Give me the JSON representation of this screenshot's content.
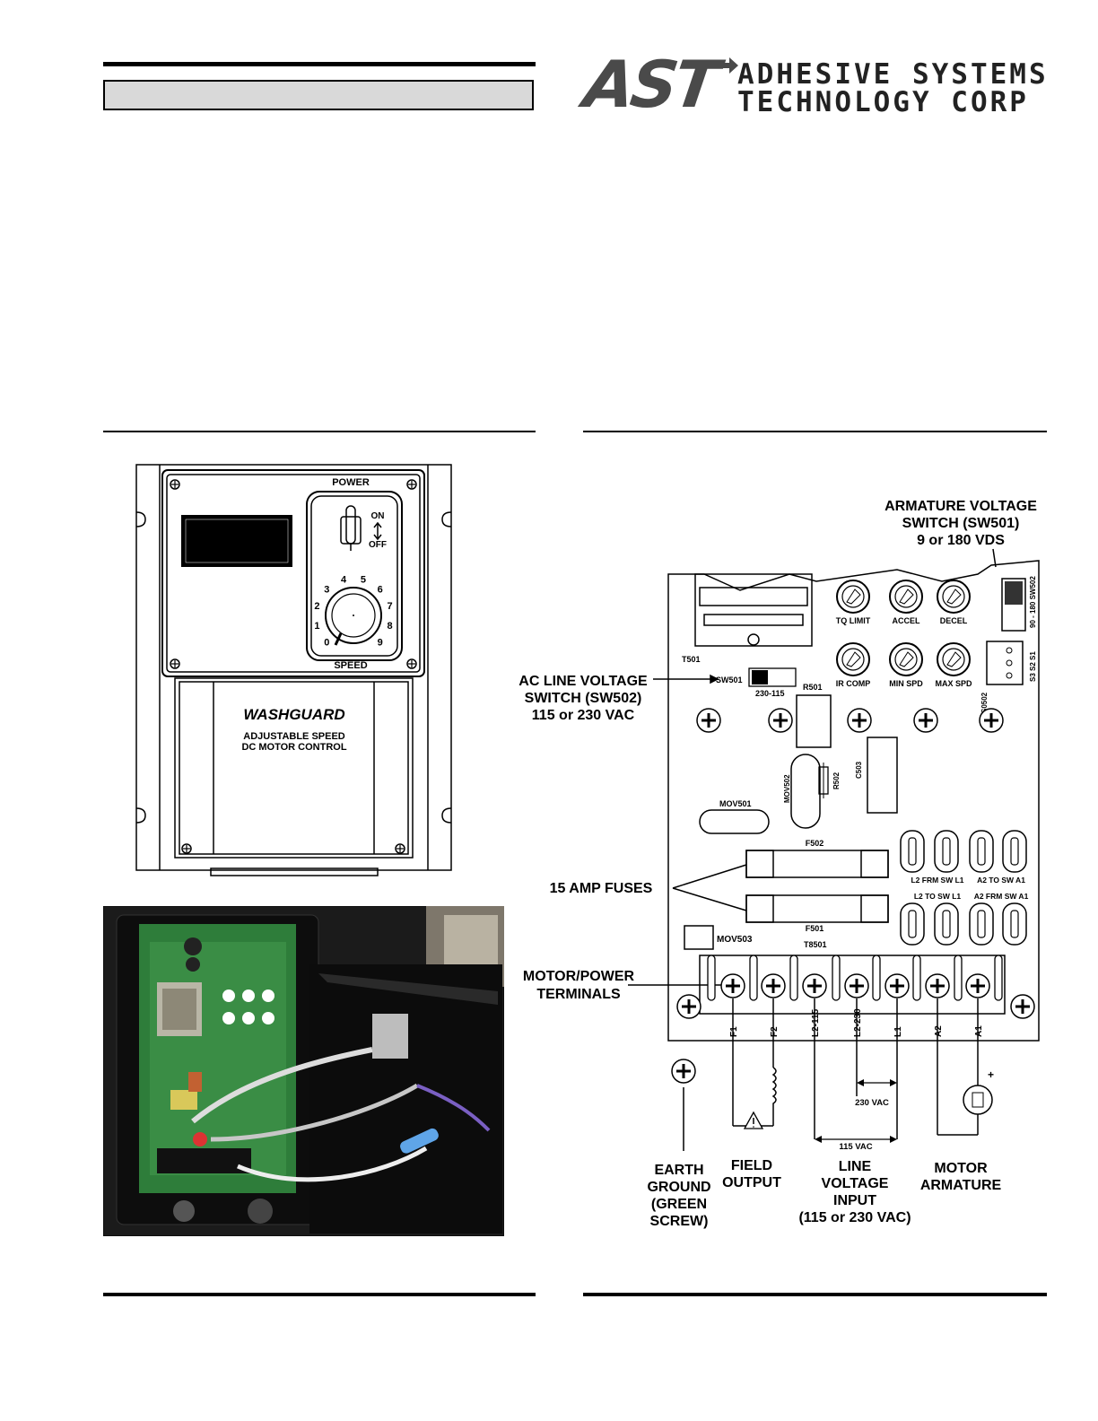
{
  "logo": {
    "mark": "AST",
    "line1": "ADHESIVE SYSTEMS",
    "line2": "TECHNOLOGY CORP"
  },
  "control_front": {
    "power_label": "POWER",
    "on_label": "ON",
    "off_label": "OFF",
    "speed_label": "SPEED",
    "dial_numbers": [
      "0",
      "1",
      "2",
      "3",
      "4",
      "5",
      "6",
      "7",
      "8",
      "9"
    ],
    "brand": "WASHGUARD",
    "subtitle_line1": "ADJUSTABLE SPEED",
    "subtitle_line2": "DC MOTOR CONTROL"
  },
  "wiring": {
    "callouts": {
      "armature_switch_l1": "ARMATURE VOLTAGE",
      "armature_switch_l2": "SWITCH (SW501)",
      "armature_switch_l3": "9 or 180 VDS",
      "ac_switch_l1": "AC LINE VOLTAGE",
      "ac_switch_l2": "SWITCH (SW502)",
      "ac_switch_l3": "115 or 230 VAC",
      "fuses": "15 AMP FUSES",
      "terminals_l1": "MOTOR/POWER",
      "terminals_l2": "TERMINALS",
      "earth_l1": "EARTH",
      "earth_l2": "GROUND",
      "earth_l3": "(GREEN",
      "earth_l4": "SCREW)",
      "field_l1": "FIELD",
      "field_l2": "OUTPUT",
      "line_l1": "LINE",
      "line_l2": "VOLTAGE",
      "line_l3": "INPUT",
      "line_l4": "(115 or 230 VAC)",
      "motor_l1": "MOTOR",
      "motor_l2": "ARMATURE"
    },
    "board": {
      "t501": "T501",
      "sw501": "SW501",
      "sw501_setting": "230-115",
      "r501": "R501",
      "sw502_label": "90 - 180 SW502",
      "pots": [
        "TQ LIMIT",
        "ACCEL",
        "DECEL",
        "IR COMP",
        "MIN SPD",
        "MAX SPD"
      ],
      "s_terminals": "S3 S2 S1",
      "so502": "S0502",
      "c503": "C503",
      "mov502": "MOV502",
      "r502": "R502",
      "mov501": "MOV501",
      "mov503": "MOV503",
      "f502": "F502",
      "f501": "F501",
      "t8501": "T8501",
      "jumper_top": [
        "L2 FRM SW L1",
        "A2 TO SW A1"
      ],
      "jumper_bottom": [
        "L2 TO SW L1",
        "A2 FRM SW A1"
      ],
      "terminals": [
        "F1",
        "F2",
        "L2-115",
        "L2-230",
        "L1",
        "A2",
        "A1"
      ],
      "v230": "230 VAC",
      "v115": "115 VAC",
      "plus": "+"
    }
  }
}
